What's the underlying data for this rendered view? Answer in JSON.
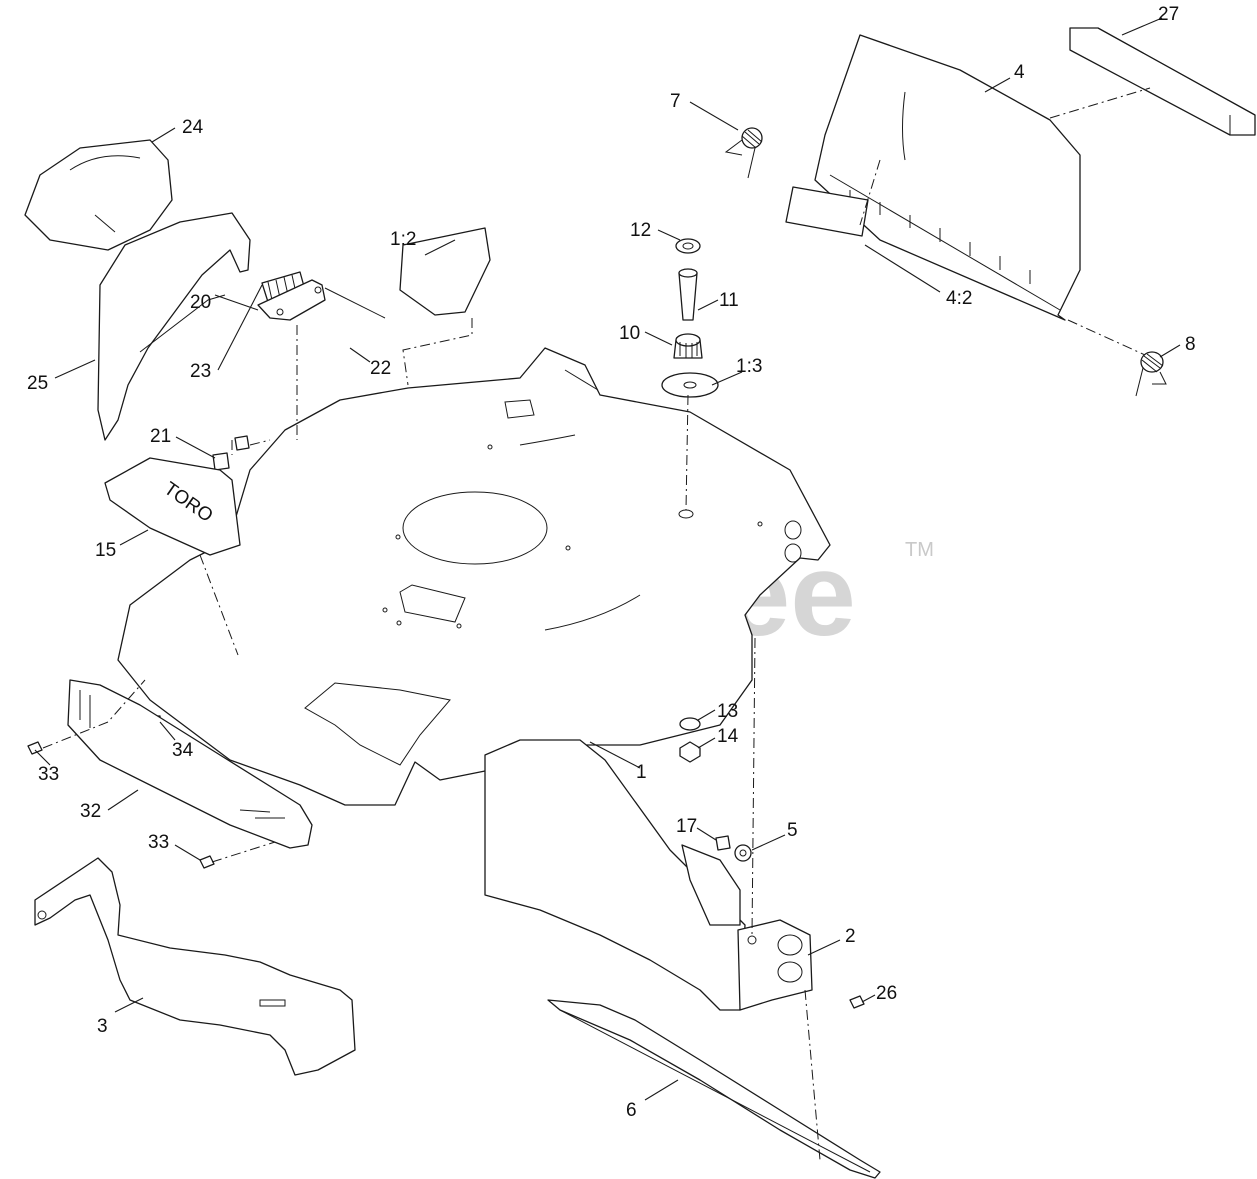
{
  "watermark": {
    "text": "PartsTree",
    "trademark": "TM"
  },
  "callouts": {
    "c1": "1",
    "c1_2": "1:2",
    "c1_3": "1:3",
    "c2": "2",
    "c3": "3",
    "c4": "4",
    "c4_2": "4:2",
    "c5": "5",
    "c6": "6",
    "c7": "7",
    "c8": "8",
    "c10": "10",
    "c11": "11",
    "c12": "12",
    "c13": "13",
    "c14": "14",
    "c15": "15",
    "c17": "17",
    "c20": "20",
    "c21": "21",
    "c22": "22",
    "c23": "23",
    "c24": "24",
    "c25": "25",
    "c26": "26",
    "c27": "27",
    "c32": "32",
    "c33a": "33",
    "c33b": "33",
    "c34": "34"
  },
  "decal_text": "TORO"
}
